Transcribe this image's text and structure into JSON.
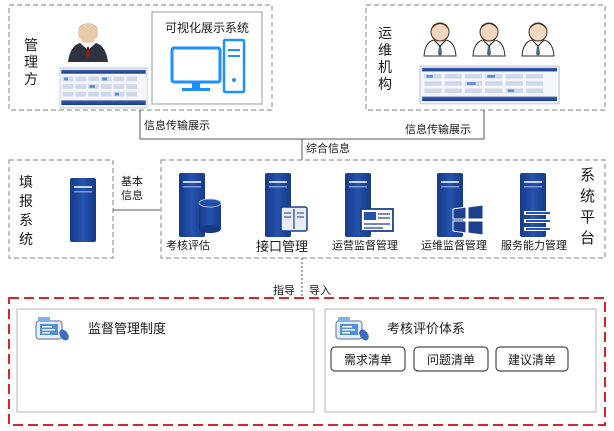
{
  "management": {
    "label_lines": [
      "管",
      "理",
      "方"
    ],
    "display_system": "可视化展示系统"
  },
  "operations": {
    "label_lines": [
      "运",
      "维",
      "机",
      "构"
    ]
  },
  "edges": {
    "info_transfer_left": "信息传输展示",
    "info_transfer_right": "信息传输展示",
    "integrated_info": "综合信息",
    "basic_info_lines": [
      "基本",
      "信息"
    ],
    "guide": "指导",
    "import": "导入"
  },
  "report_system": {
    "label_lines": [
      "填",
      "报",
      "系",
      "统"
    ]
  },
  "platform": {
    "label_lines": [
      "系",
      "统",
      "平",
      "台"
    ],
    "modules": [
      "考核评估",
      "接口管理",
      "运营监督管理",
      "运维监督管理",
      "服务能力管理"
    ]
  },
  "bottom": {
    "supervision": "监督管理制度",
    "evaluation": "考核评价体系",
    "list_buttons": [
      "需求清单",
      "问题清单",
      "建议清单"
    ]
  },
  "colors": {
    "server_blue": "#1c3f8f",
    "monitor_blue": "#1e90ff",
    "dashed_gray": "#9a9a9a",
    "dashed_red": "#d9232d"
  }
}
